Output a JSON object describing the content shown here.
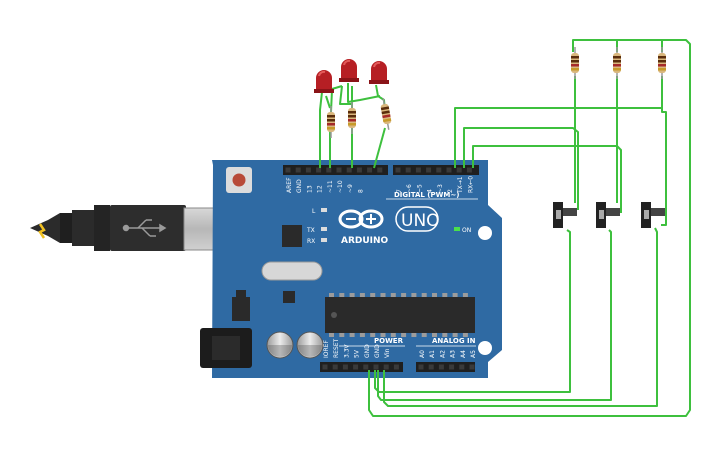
{
  "board": {
    "brand": "ARDUINO",
    "model": "UNO",
    "digital_header": "DIGITAL (PWM~)",
    "power_header": "POWER",
    "analog_header": "ANALOG IN",
    "on_label": "ON",
    "led_labels": [
      "L",
      "TX",
      "RX"
    ],
    "digital_pins_left": [
      "AREF",
      "GND",
      "13",
      "12",
      "~11",
      "~10",
      "~9",
      "8"
    ],
    "digital_pins_right": [
      "7",
      "~6",
      "~5",
      "4",
      "~3",
      "2",
      "TX→1",
      "RX←0"
    ],
    "power_pins": [
      "IOREF",
      "RESET",
      "3.3V",
      "5V",
      "GND",
      "GND",
      "Vin"
    ],
    "analog_pins": [
      "A0",
      "A1",
      "A2",
      "A3",
      "A4",
      "A5"
    ]
  },
  "colors": {
    "board": "#2f6aa3",
    "wire": "#3ec03e",
    "led": "#b61f24",
    "resistor": "#d9b77d",
    "usb_plug": "#2b2b2b"
  },
  "components": {
    "leds": 3,
    "led_resistors": 3,
    "switches": 3,
    "switch_resistors": 3
  }
}
